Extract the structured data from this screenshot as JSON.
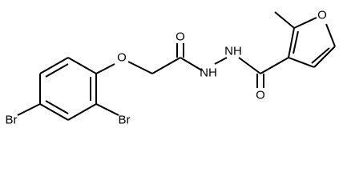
{
  "molecule": {
    "atoms": {
      "br1": "Br",
      "br2": "Br",
      "o_ether": "O",
      "o_carbonyl1": "O",
      "nh1": "NH",
      "nh2": "NH",
      "o_carbonyl2": "O",
      "o_furan": "O"
    }
  },
  "colors": {
    "bond": "#000000",
    "label": "#000000",
    "background": "#ffffff"
  }
}
